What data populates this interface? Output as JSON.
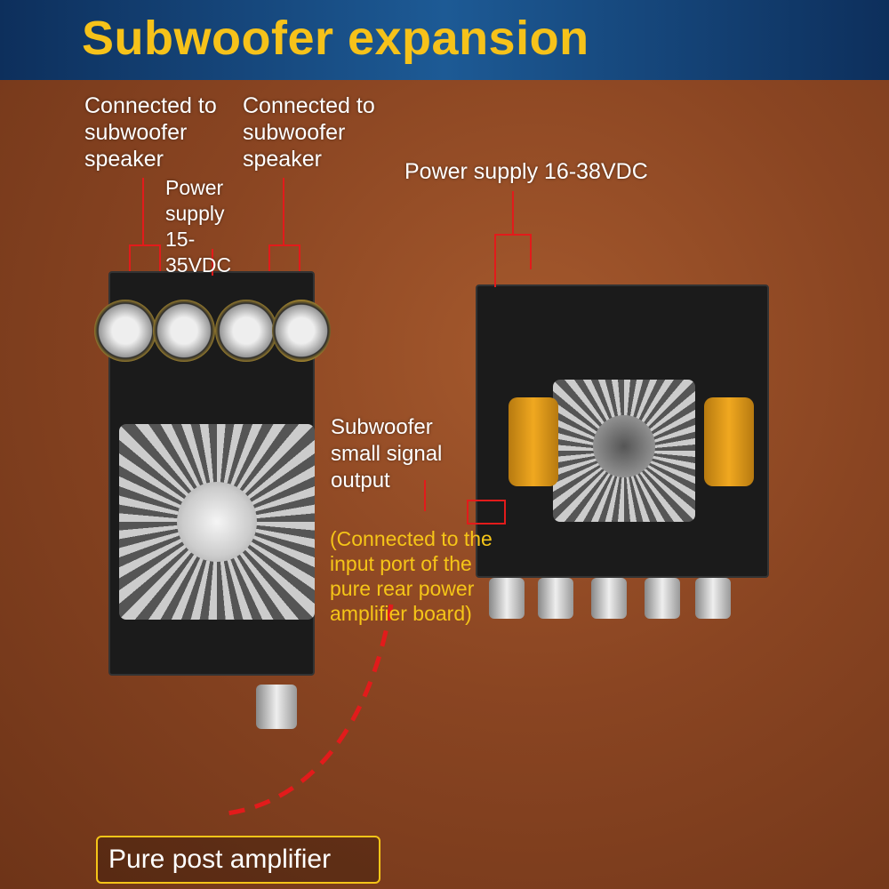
{
  "title": "Subwoofer expansion",
  "left_board": {
    "speaker_left": "Connected to subwoofer speaker",
    "speaker_right": "Connected to subwoofer speaker",
    "power": "Power supply 15-35VDC"
  },
  "right_board": {
    "power": "Power supply 16-38VDC",
    "output": "Subwoofer small signal output",
    "note": "(Connected to the input port of the pure rear power amplifier board)"
  },
  "footer": "Pure post amplifier",
  "colors": {
    "title": "#f6c21a",
    "callout": "#e21b1b",
    "note": "#f5c518"
  }
}
